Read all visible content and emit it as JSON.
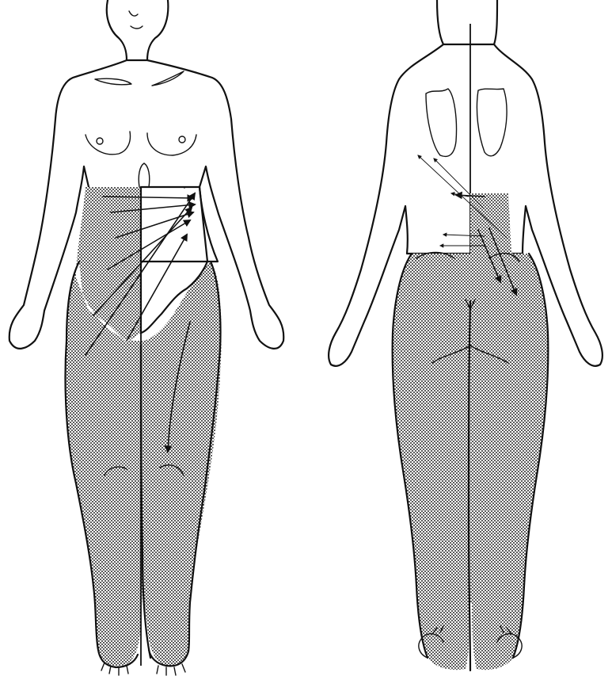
{
  "figure": {
    "views": [
      {
        "id": "anterior",
        "kind": "front-view-body"
      },
      {
        "id": "posterior",
        "kind": "back-view-body"
      }
    ],
    "colors": {
      "line": "#111111",
      "background": "#ffffff",
      "stipple": "#1a1a1a"
    }
  }
}
